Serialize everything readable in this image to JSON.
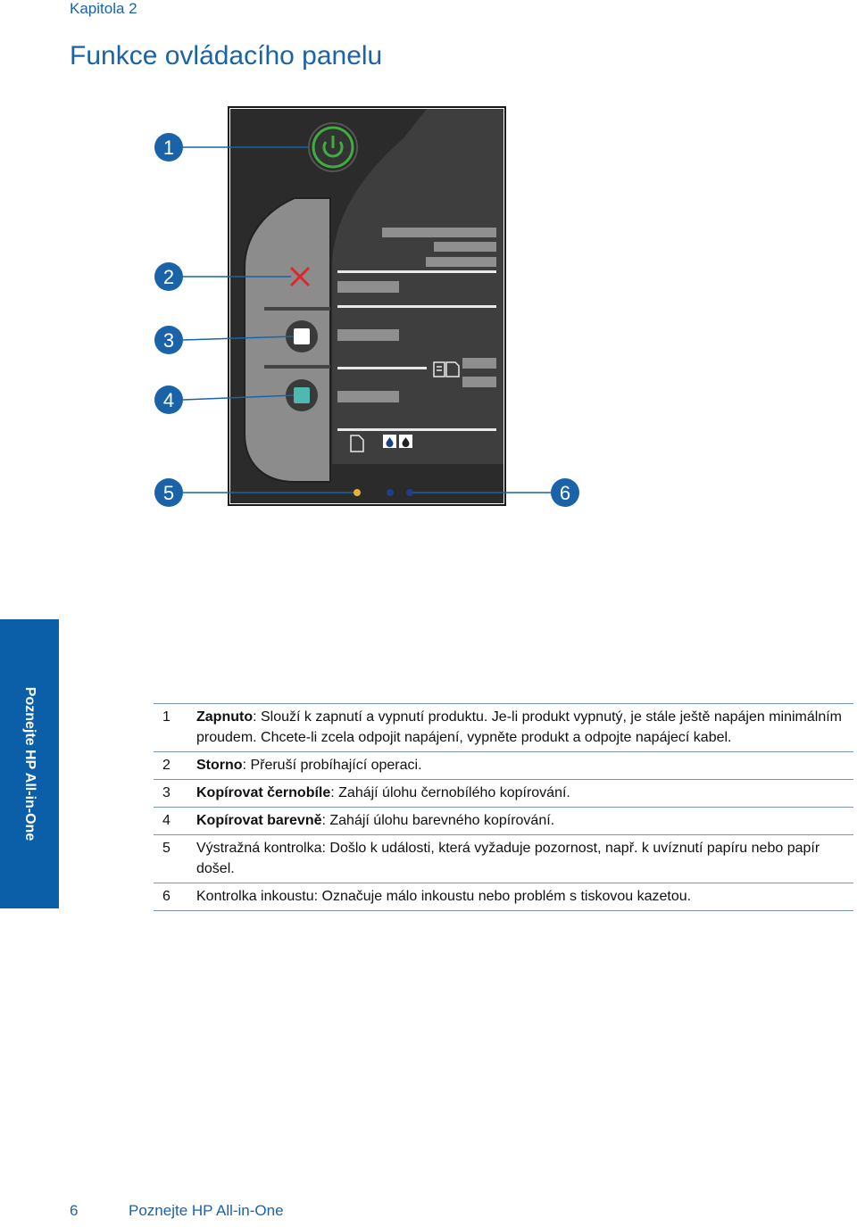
{
  "header": {
    "chapter": "Kapitola 2",
    "title": "Funkce ovládacího panelu"
  },
  "side_tab": {
    "label": "Poznejte HP All-in-One"
  },
  "figure": {
    "callouts": [
      "1",
      "2",
      "3",
      "4",
      "5",
      "6"
    ],
    "icons": [
      "power-icon",
      "cancel-x-icon",
      "copy-black-button",
      "copy-color-button",
      "duplex-copy-icon",
      "paper-icon",
      "ink-drop-icon",
      "warning-light",
      "ink-light"
    ],
    "colors": {
      "power_ring": "#3fae3f",
      "cancel_x": "#e0242a",
      "color_button": "#4fb8b0",
      "warning_light": "#e8b23a",
      "ink_light": "#1f3f8a",
      "callout": "#1a63a8"
    }
  },
  "definitions": [
    {
      "num": "1",
      "term": "Zapnuto",
      "text": ": Slouží k zapnutí a vypnutí produktu. Je-li produkt vypnutý, je stále ještě napájen minimálním proudem. Chcete-li zcela odpojit napájení, vypněte produkt a odpojte napájecí kabel."
    },
    {
      "num": "2",
      "term": "Storno",
      "text": ": Přeruší probíhající operaci."
    },
    {
      "num": "3",
      "term": "Kopírovat černobíle",
      "text": ": Zahájí úlohu černobílého kopírování."
    },
    {
      "num": "4",
      "term": "Kopírovat barevně",
      "text": ": Zahájí úlohu barevného kopírování."
    },
    {
      "num": "5",
      "term": "",
      "text": "Výstražná kontrolka: Došlo k události, která vyžaduje pozornost, např. k uvíznutí papíru nebo papír došel."
    },
    {
      "num": "6",
      "term": "",
      "text": "Kontrolka inkoustu: Označuje málo inkoustu nebo problém s tiskovou kazetou."
    }
  ],
  "footer": {
    "page_number": "6",
    "title": "Poznejte HP All-in-One"
  }
}
